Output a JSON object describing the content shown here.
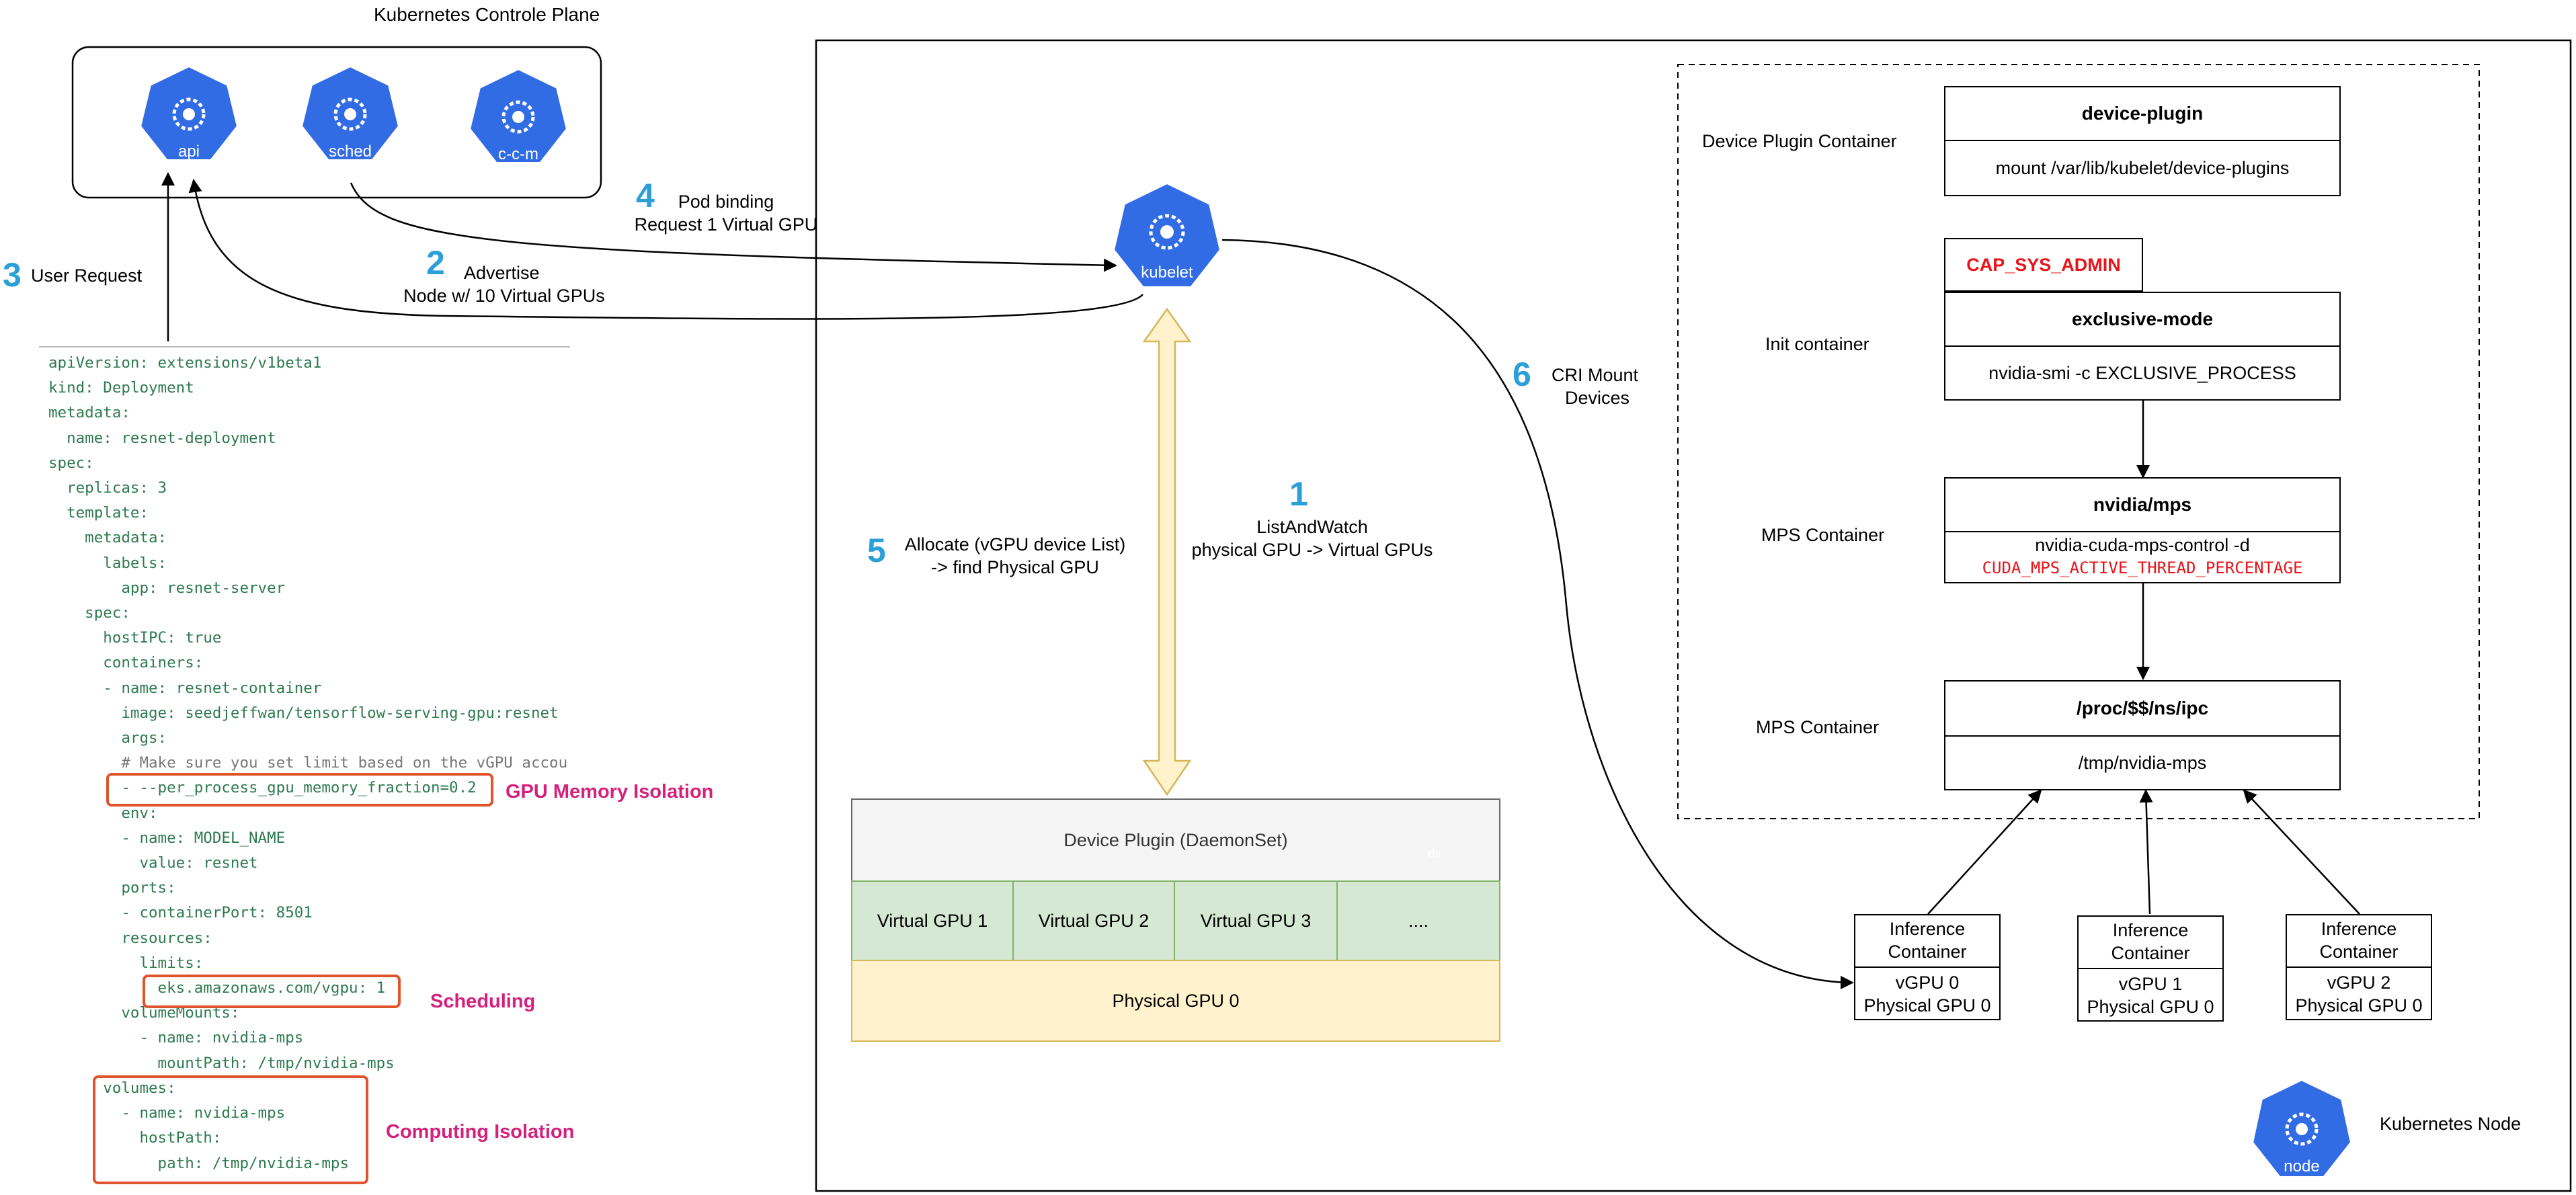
{
  "control_plane": {
    "title": "Kubernetes Controle Plane",
    "icons": [
      {
        "label": "api",
        "icon": "kubernetes-api-icon"
      },
      {
        "label": "sched",
        "icon": "kubernetes-scheduler-icon"
      },
      {
        "label": "c-c-m",
        "icon": "kubernetes-ccm-icon"
      }
    ]
  },
  "steps": {
    "s1": {
      "num": "1",
      "line1": "ListAndWatch",
      "line2": "physical GPU -> Virtual GPUs"
    },
    "s2": {
      "num": "2",
      "line1": "Advertise",
      "line2": "Node w/ 10 Virtual GPUs"
    },
    "s3": {
      "num": "3",
      "line1": "User Request"
    },
    "s4": {
      "num": "4",
      "line1": "Pod binding",
      "line2": "Request 1 Virtual GPU"
    },
    "s5": {
      "num": "5",
      "line1": "Allocate (vGPU device List)",
      "line2": "-> find Physical GPU"
    },
    "s6": {
      "num": "6",
      "line1": "CRI Mount",
      "line2": "Devices"
    }
  },
  "kubelet": {
    "label": "kubelet",
    "icon": "kubelet-icon"
  },
  "yaml": {
    "l01": "apiVersion: extensions/v1beta1",
    "l02": "kind: Deployment",
    "l03": "metadata:",
    "l04": "  name: resnet-deployment",
    "l05": "spec:",
    "l06": "  replicas: 3",
    "l07": "  template:",
    "l08": "    metadata:",
    "l09": "      labels:",
    "l10": "        app: resnet-server",
    "l11": "    spec:",
    "l12": "      hostIPC: true",
    "l13": "      containers:",
    "l14": "      - name: resnet-container",
    "l15": "        image: seedjeffwan/tensorflow-serving-gpu:resnet",
    "l16": "        args:",
    "l17": "        # Make sure you set limit based on the vGPU accou",
    "l18": "        - --per_process_gpu_memory_fraction=0.2",
    "l19": "        env:",
    "l20": "        - name: MODEL_NAME",
    "l21": "          value: resnet",
    "l22": "        ports:",
    "l23": "        - containerPort: 8501",
    "l24": "        resources:",
    "l25": "          limits:",
    "l26": "            eks.amazonaws.com/vgpu: 1",
    "l27": "        volumeMounts:",
    "l28": "          - name: nvidia-mps",
    "l29": "            mountPath: /tmp/nvidia-mps",
    "l30": "      volumes:",
    "l31": "        - name: nvidia-mps",
    "l32": "          hostPath:",
    "l33": "            path: /tmp/nvidia-mps"
  },
  "annotations": {
    "memory": "GPU Memory Isolation",
    "scheduling": "Scheduling",
    "computing": "Computing Isolation"
  },
  "device_plugin": {
    "title": "Device Plugin (DaemonSet)",
    "ds_label": "ds",
    "ds_icon": "daemonset-icon",
    "vgpus": [
      "Virtual GPU 1",
      "Virtual GPU 2",
      "Virtual GPU 3",
      "...."
    ],
    "physical": "Physical GPU 0"
  },
  "node": {
    "label": "Kubernetes Node",
    "icon_label": "node",
    "icon": "kubernetes-node-icon",
    "containers": {
      "device_plugin_container": "Device Plugin Container",
      "init_container": "Init container",
      "mps_container_1": "MPS Container",
      "mps_container_2": "MPS Container"
    },
    "device_plugin_box": {
      "title": "device-plugin",
      "detail": "mount /var/lib/kubelet/device-plugins"
    },
    "cap": "CAP_SYS_ADMIN",
    "exclusive_box": {
      "title": "exclusive-mode",
      "detail": "nvidia-smi -c EXCLUSIVE_PROCESS"
    },
    "mps_box": {
      "title": "nvidia/mps",
      "detail": "nvidia-cuda-mps-control -d",
      "env": "CUDA_MPS_ACTIVE_THREAD_PERCENTAGE"
    },
    "ipc_box": {
      "title": "/proc/$$/ns/ipc",
      "detail": "/tmp/nvidia-mps"
    },
    "inference": [
      {
        "title1": "Inference",
        "title2": "Container",
        "vgpu": "vGPU 0",
        "gpu": "Physical GPU 0"
      },
      {
        "title1": "Inference",
        "title2": "Container",
        "vgpu": "vGPU 1",
        "gpu": "Physical GPU 0"
      },
      {
        "title1": "Inference",
        "title2": "Container",
        "vgpu": "vGPU 2",
        "gpu": "Physical GPU 0"
      }
    ]
  },
  "colors": {
    "k8s_blue": "#326ce5",
    "step_number": "#2a9fd8",
    "annotation_pink": "#d6207b",
    "highlight_red": "#e0542c",
    "cap_red": "#e8141a",
    "vgpu_green": "#d5e8d4",
    "vgpu_border": "#82b366",
    "physical_yellow": "#fff2cc",
    "physical_border": "#d6b656",
    "arrow_fill": "#fff2cc"
  }
}
